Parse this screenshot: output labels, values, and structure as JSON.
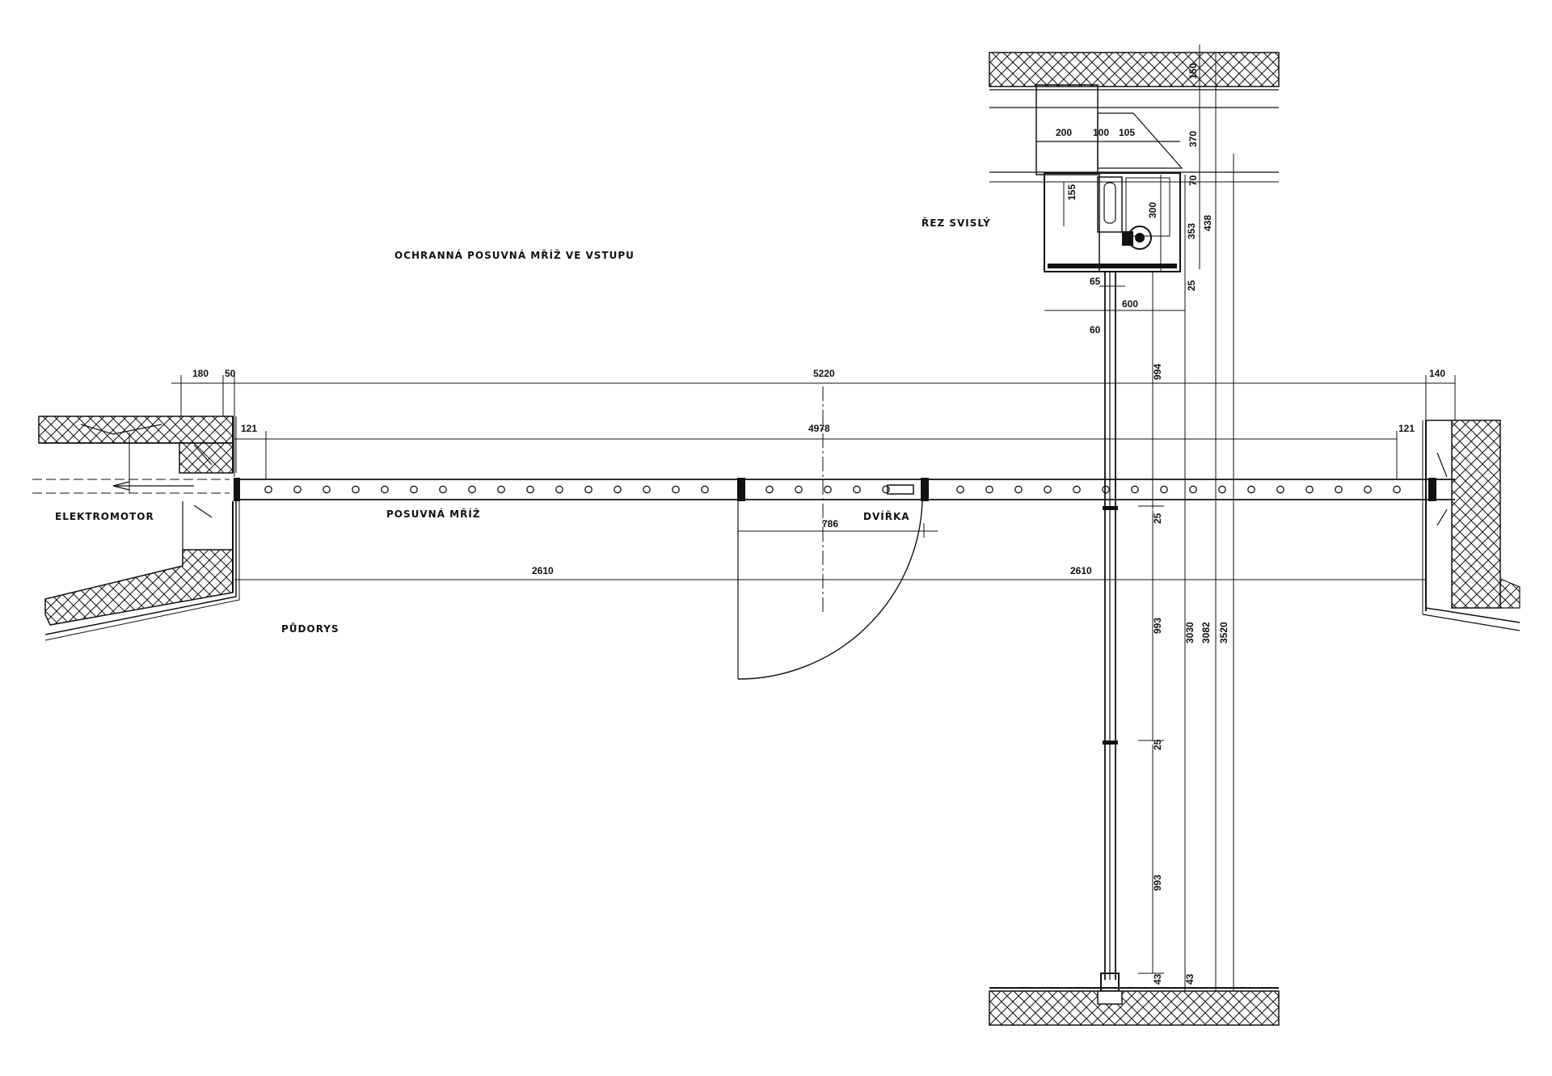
{
  "labels": {
    "main_title": "OCHRANNÁ POSUVNÁ MŘÍŽ VE VSTUPU",
    "section_title": "ŘEZ SVISLÝ",
    "motor": "ELEKTROMOTOR",
    "grille": "POSUVNÁ MŘÍŽ",
    "door": "DVÍŘKA",
    "plan": "PŮDORYS"
  },
  "plan_dimensions": {
    "d180": "180",
    "d50": "50",
    "d5220": "5220",
    "d140": "140",
    "d121_left": "121",
    "d4978": "4978",
    "d121_right": "121",
    "d786": "786",
    "d2610_left": "2610",
    "d2610_right": "2610"
  },
  "section_dimensions": {
    "d150": "150",
    "d200": "200",
    "d100": "100",
    "d105": "105",
    "d370": "370",
    "d70": "70",
    "d155": "155",
    "d300": "300",
    "d353": "353",
    "d438": "438",
    "d65": "65",
    "d25_top": "25",
    "d600": "600",
    "d60": "60",
    "d994": "994",
    "d25_a": "25",
    "d993_a": "993",
    "d3030": "3030",
    "d3082": "3082",
    "d3520": "3520",
    "d25_b": "25",
    "d993_b": "993",
    "d43_a": "43",
    "d43_b": "43"
  },
  "colors": {
    "ink": "#111111",
    "paper": "#ffffff"
  }
}
